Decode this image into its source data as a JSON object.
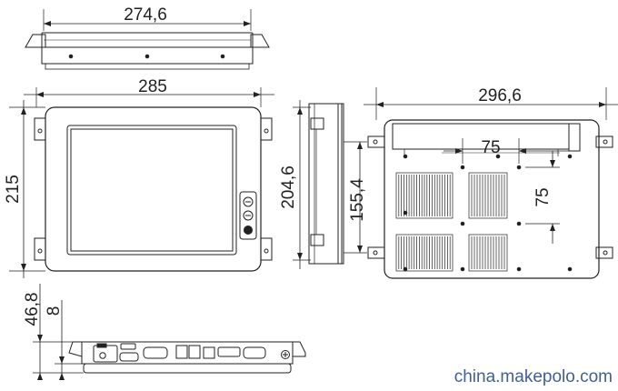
{
  "dimensions": {
    "top_width": "274,6",
    "front_width": "285",
    "front_height": "215",
    "side_height": "204,6",
    "back_width": "296,6",
    "back_height": "155,4",
    "hole_spacing_x": "75",
    "hole_spacing_y": "75",
    "bottom_depth": "46,8",
    "bottom_thickness": "8"
  },
  "watermark": "china.makepolo.com",
  "colors": {
    "line": "#222222",
    "screen": "#ffffff",
    "watermark": "#3f5f9a"
  }
}
